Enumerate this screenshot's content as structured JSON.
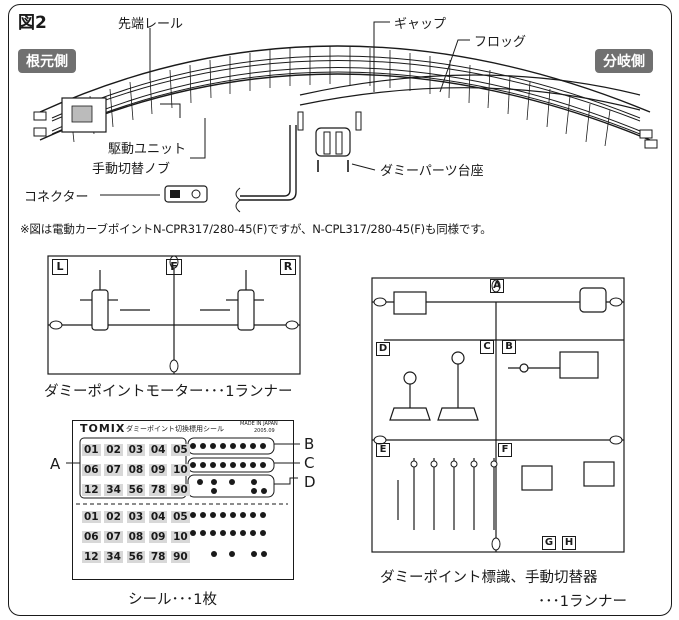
{
  "figure": {
    "title": "図2",
    "tag_left": "根元側",
    "tag_right": "分岐側",
    "callouts": {
      "point_rail": "先端レール",
      "gap": "ギャップ",
      "frog": "フロッグ",
      "drive_unit": "駆動ユニット",
      "manual_knob": "手動切替ノブ",
      "connector": "コネクター",
      "dummy_base": "ダミーパーツ台座"
    },
    "note": "※図は電動カーブポイントN-CPR317/280-45(F)ですが、N-CPL317/280-45(F)も同様です。"
  },
  "dummy_motor_runner": {
    "labels": [
      "L",
      "F",
      "R"
    ],
    "caption": "ダミーポイントモーター･･･1ランナー"
  },
  "sticker_sheet": {
    "brand": "TOMIX",
    "sheet_title": "ダミーポイント切換標用シール",
    "small_print": [
      "MADE IN JAPAN",
      "2005.09"
    ],
    "rows": [
      [
        "01",
        "02",
        "03",
        "04",
        "05"
      ],
      [
        "06",
        "07",
        "08",
        "09",
        "10"
      ],
      [
        "12",
        "34",
        "56",
        "78",
        "90"
      ]
    ],
    "callouts": [
      "A",
      "B",
      "C",
      "D"
    ],
    "caption": "シール･･･1枚"
  },
  "sign_runner": {
    "labels": [
      "A",
      "B",
      "C",
      "D",
      "E",
      "F",
      "G",
      "H"
    ],
    "caption_line1": "ダミーポイント標識、手動切替器",
    "caption_line2": "･･･1ランナー"
  },
  "colors": {
    "tag_bg": "#707070",
    "ink": "#1a1a1a",
    "sticker_cell": "#d8d8d8"
  }
}
